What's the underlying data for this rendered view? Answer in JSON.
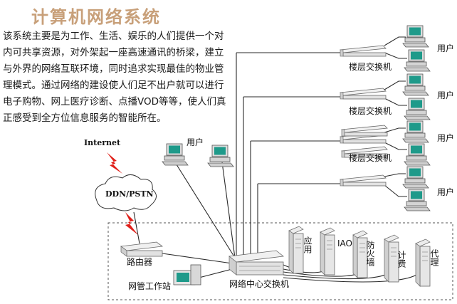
{
  "title": "计算机网络系统",
  "intro_lines": [
    "该系统主要是为工作、生活、娱乐的人们提供一个对",
    "内可共享资源，对外架起一座高速通讯的桥梁，建立",
    "与外界的网络互联环境，同时追求实现最佳的物业管",
    "理模式。通过网络的建设使人们足不出户就可以进行",
    "电子购物、网上医疗诊断、点播VOD等等，使人们真",
    "正感受到全方位信息服务的智能所在。"
  ],
  "labels": {
    "internet": "Internet",
    "ddn": "DDN/PSTN",
    "user": "用户",
    "floor_switch": "楼层交换机",
    "router": "路由器",
    "mgmt": "网管工作站",
    "core_switch": "网络中心交换机",
    "app": "应用",
    "iao": "IAO",
    "firewall": "防火墙",
    "billing": "计费",
    "proxy": "代理"
  },
  "colors": {
    "title": "#c8a07a",
    "line": "#2a2a2a",
    "lightning": "#e0201a",
    "monitor_screen": "#1e9a8a",
    "device": "#e8e8e8"
  }
}
